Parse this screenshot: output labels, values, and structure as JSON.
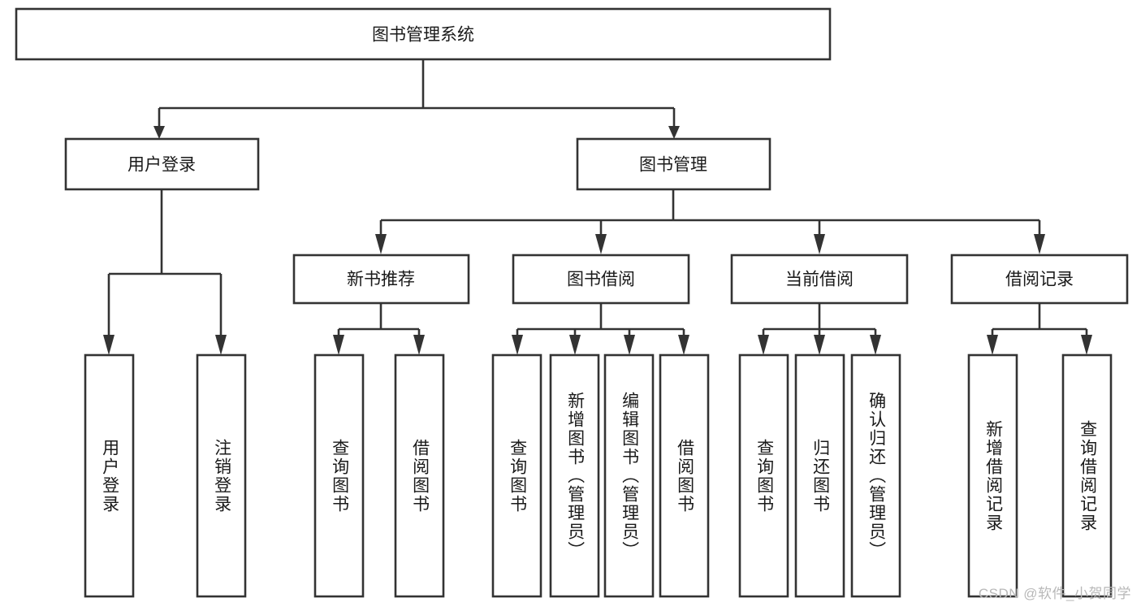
{
  "diagram": {
    "type": "hierarchy-tree",
    "title": "图书管理系统",
    "watermark": "CSDN @软件_小贺同学",
    "colors": {
      "box_stroke": "#333333",
      "box_fill": "#ffffff",
      "text": "#1a1a1a",
      "watermark": "#b8b8b8",
      "background": "#ffffff"
    },
    "root": {
      "label": "图书管理系统"
    },
    "level2": [
      {
        "label": "用户登录"
      },
      {
        "label": "图书管理"
      }
    ],
    "level3": [
      {
        "label": "新书推荐"
      },
      {
        "label": "图书借阅"
      },
      {
        "label": "当前借阅"
      },
      {
        "label": "借阅记录"
      }
    ],
    "leaves": {
      "user_login": [
        {
          "label": "用户登录"
        },
        {
          "label": "注销登录"
        }
      ],
      "new_book": [
        {
          "label": "查询图书"
        },
        {
          "label": "借阅图书"
        }
      ],
      "book_borrow": [
        {
          "label": "查询图书"
        },
        {
          "label": "新增图书（管理员）"
        },
        {
          "label": "编辑图书（管理员）"
        },
        {
          "label": "借阅图书"
        }
      ],
      "current_borrow": [
        {
          "label": "查询图书"
        },
        {
          "label": "归还图书"
        },
        {
          "label": "确认归还（管理员）"
        }
      ],
      "borrow_record": [
        {
          "label": "新增借阅记录"
        },
        {
          "label": "查询借阅记录"
        }
      ]
    }
  }
}
